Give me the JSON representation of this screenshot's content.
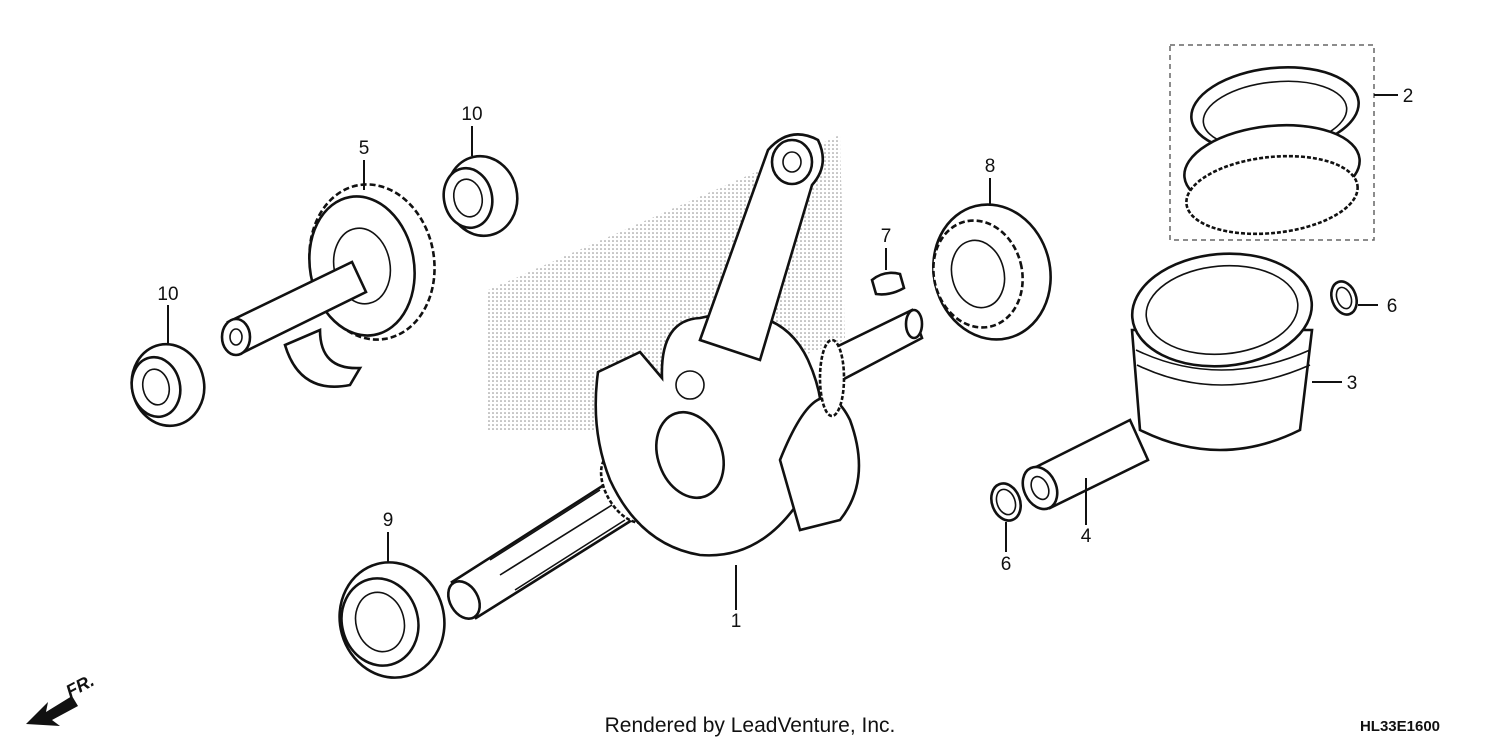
{
  "diagram": {
    "callouts": [
      {
        "id": "c1",
        "label": "1"
      },
      {
        "id": "c2",
        "label": "2"
      },
      {
        "id": "c3",
        "label": "3"
      },
      {
        "id": "c4",
        "label": "4"
      },
      {
        "id": "c5",
        "label": "5"
      },
      {
        "id": "c6a",
        "label": "6"
      },
      {
        "id": "c6b",
        "label": "6"
      },
      {
        "id": "c7",
        "label": "7"
      },
      {
        "id": "c8",
        "label": "8"
      },
      {
        "id": "c9",
        "label": "9"
      },
      {
        "id": "c10a",
        "label": "10"
      },
      {
        "id": "c10b",
        "label": "10"
      }
    ],
    "direction_label": "FR.",
    "footer_credit": "Rendered by LeadVenture, Inc.",
    "diagram_code": "HL33E1600"
  }
}
